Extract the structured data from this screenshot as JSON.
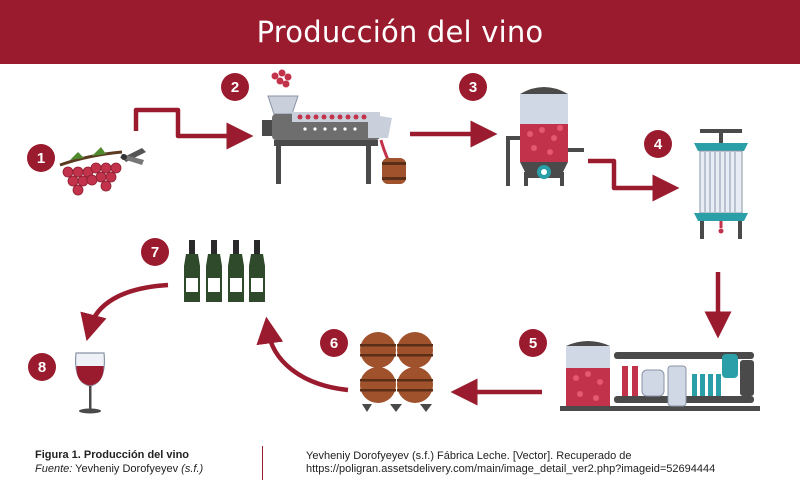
{
  "header": {
    "title": "Producción del vino"
  },
  "steps": [
    {
      "number": "1",
      "icon": "grapes-and-pruning-shears-icon"
    },
    {
      "number": "2",
      "icon": "destemmer-crusher-machine-icon"
    },
    {
      "number": "3",
      "icon": "fermentation-tank-icon"
    },
    {
      "number": "4",
      "icon": "wine-press-icon"
    },
    {
      "number": "5",
      "icon": "filtration-system-icon"
    },
    {
      "number": "6",
      "icon": "oak-barrels-icon"
    },
    {
      "number": "7",
      "icon": "wine-bottles-icon"
    },
    {
      "number": "8",
      "icon": "wine-glass-icon"
    }
  ],
  "colors": {
    "accent": "#9a1b2e",
    "grape": "#c2324a",
    "metal": "#4a4a4a",
    "steel": "#b9c4d6",
    "wood": "#a0522d",
    "bottle": "#2f4a2a",
    "teal": "#2a9fa8"
  },
  "footer": {
    "figure_title": "Figura 1. Producción del vino",
    "source_label": "Fuente:",
    "source_author": "Yevheniy Dorofyeyev",
    "source_date": "(s.f.)",
    "citation": "Yevheniy Dorofyeyev (s.f.) Fábrica Leche. [Vector]. Recuperado de https://poligran.assetsdelivery.com/main/image_detail_ver2.php?imageid=52694444"
  }
}
